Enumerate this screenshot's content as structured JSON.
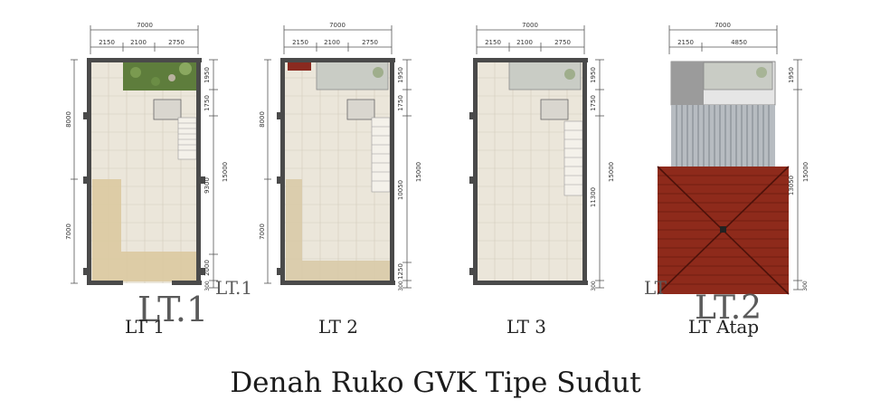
{
  "caption": "Denah Ruko GVK Tipe Sudut",
  "ghost_labels": [
    "LT.1",
    "LT.1",
    "LT",
    "LT.2"
  ],
  "colors": {
    "wall": "#4a4a4a",
    "tile": "#ebe6da",
    "grid": "#cfc9b8",
    "terrace": "#d8c7a0",
    "garden": "#5a7b3a",
    "roof": "#8e2a1b",
    "roof_line": "#5e160c",
    "metal": "#9aa0a6",
    "dim": "#555555"
  },
  "plans": [
    {
      "label": "LT 1",
      "overall_width": "7000",
      "widths": [
        "2150",
        "2100",
        "2750"
      ],
      "right_dims": [
        "1950",
        "1750",
        "9300",
        "2000",
        "300"
      ],
      "total_depth": "15000",
      "left_dims": [
        "8000",
        "7000"
      ]
    },
    {
      "label": "LT 2",
      "overall_width": "7000",
      "widths": [
        "2150",
        "2100",
        "2750"
      ],
      "right_dims": [
        "1950",
        "1750",
        "10050",
        "1250",
        "300"
      ],
      "total_depth": "15000",
      "left_dims": [
        "8000",
        "7000"
      ]
    },
    {
      "label": "LT 3",
      "overall_width": "7000",
      "widths": [
        "2150",
        "2100",
        "2750"
      ],
      "right_dims": [
        "1950",
        "1750",
        "11300",
        "300"
      ],
      "total_depth": "15000",
      "left_dims": []
    },
    {
      "label": "LT Atap",
      "overall_width": "7000",
      "widths": [
        "2150",
        "4850"
      ],
      "right_dims": [
        "1950",
        "13050",
        "300"
      ],
      "total_depth": "15000",
      "left_dims": []
    }
  ]
}
